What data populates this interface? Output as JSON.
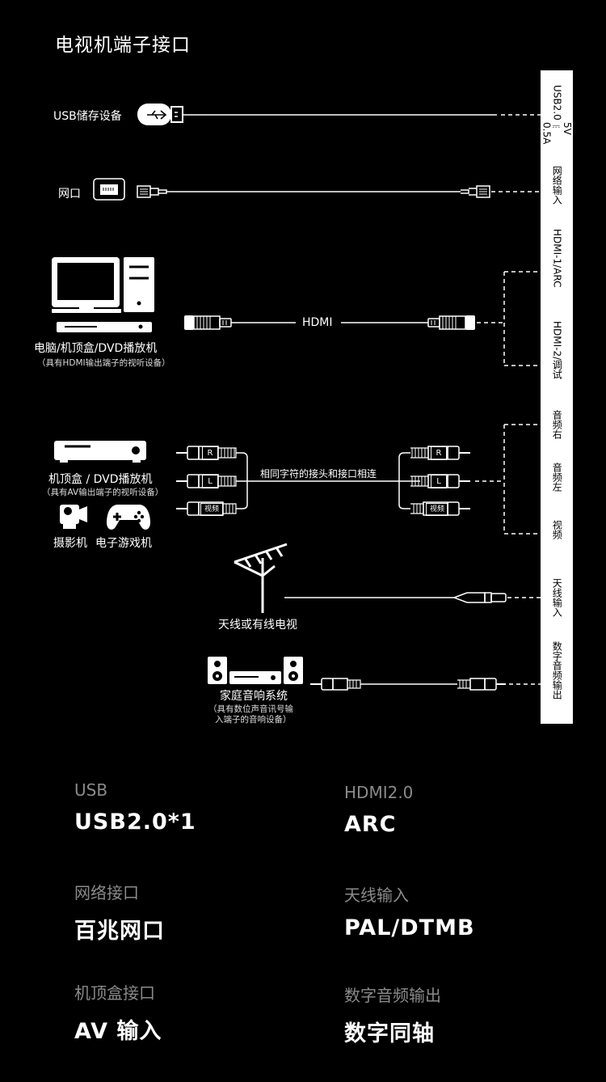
{
  "title": "电视机端子接口",
  "devices": {
    "usb": "USB储存设备",
    "lan": "网口",
    "pc": "电脑/机顶盒/DVD播放机",
    "pc_note": "（具有HDMI输出端子的视听设备）",
    "hdmi_cable": "HDMI",
    "av": "机顶盒 / DVD播放机",
    "av_note": "（具有AV输出端子的视听设备）",
    "camcorder": "摄影机",
    "gamepad": "电子游戏机",
    "rca_note": "相同字符的接头和接口相连",
    "plug_r": "R",
    "plug_l": "L",
    "plug_video": "视频",
    "antenna": "天线或有线电视",
    "audio": "家庭音响系统",
    "audio_note_1": "（具有数位声音讯号输",
    "audio_note_2": "入端子的音响设备）"
  },
  "ports": {
    "usb_1": "USB2.0",
    "usb_2": "5V ⎓ 0.5A",
    "lan": "网络输入",
    "hdmi1": "HDMI-1/ARC",
    "hdmi2": "HDMI-2/调试",
    "audio_r": "音频右",
    "audio_l": "音频左",
    "video": "视频",
    "antenna": "天线输入",
    "digital": "数字音频输出"
  },
  "specs": [
    {
      "key": "USB",
      "value": "USB2.0*1"
    },
    {
      "key": "HDMI2.0",
      "value": "ARC"
    },
    {
      "key": "网络接口",
      "value": "百兆网口"
    },
    {
      "key": "天线输入",
      "value": "PAL/DTMB"
    },
    {
      "key": "机顶盒接口",
      "value": "AV 输入"
    },
    {
      "key": "数字音频输出",
      "value": "数字同轴"
    }
  ],
  "colors": {
    "background": "#000000",
    "foreground": "#ffffff",
    "muted": "#8a8a8a"
  }
}
